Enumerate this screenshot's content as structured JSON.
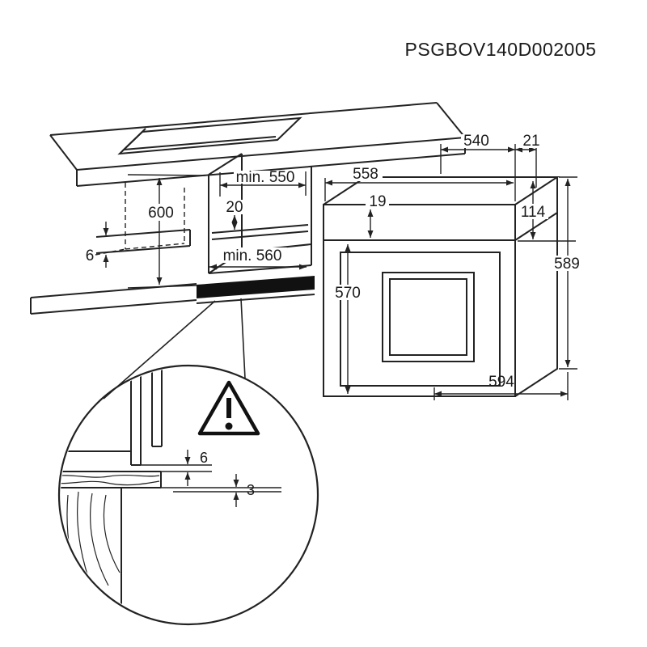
{
  "header": {
    "part_number": "PSGBOV140D002005"
  },
  "cabinet": {
    "niche_height": "600",
    "niche_min_depth": "min. 550",
    "top_clearance": "20",
    "niche_min_width": "min. 560",
    "front_gap": "6"
  },
  "oven": {
    "body_depth": "540",
    "door_offset": "21",
    "top_width": "558",
    "top_inset": "19",
    "control_panel_height": "114",
    "total_height": "589",
    "front_height": "570",
    "total_width": "594"
  },
  "detail": {
    "upper_gap": "6",
    "lower_gap": "3"
  },
  "icons": {
    "warning": "warning-triangle"
  },
  "colors": {
    "line": "#222222",
    "fill_dark": "#111111",
    "background": "#ffffff"
  }
}
